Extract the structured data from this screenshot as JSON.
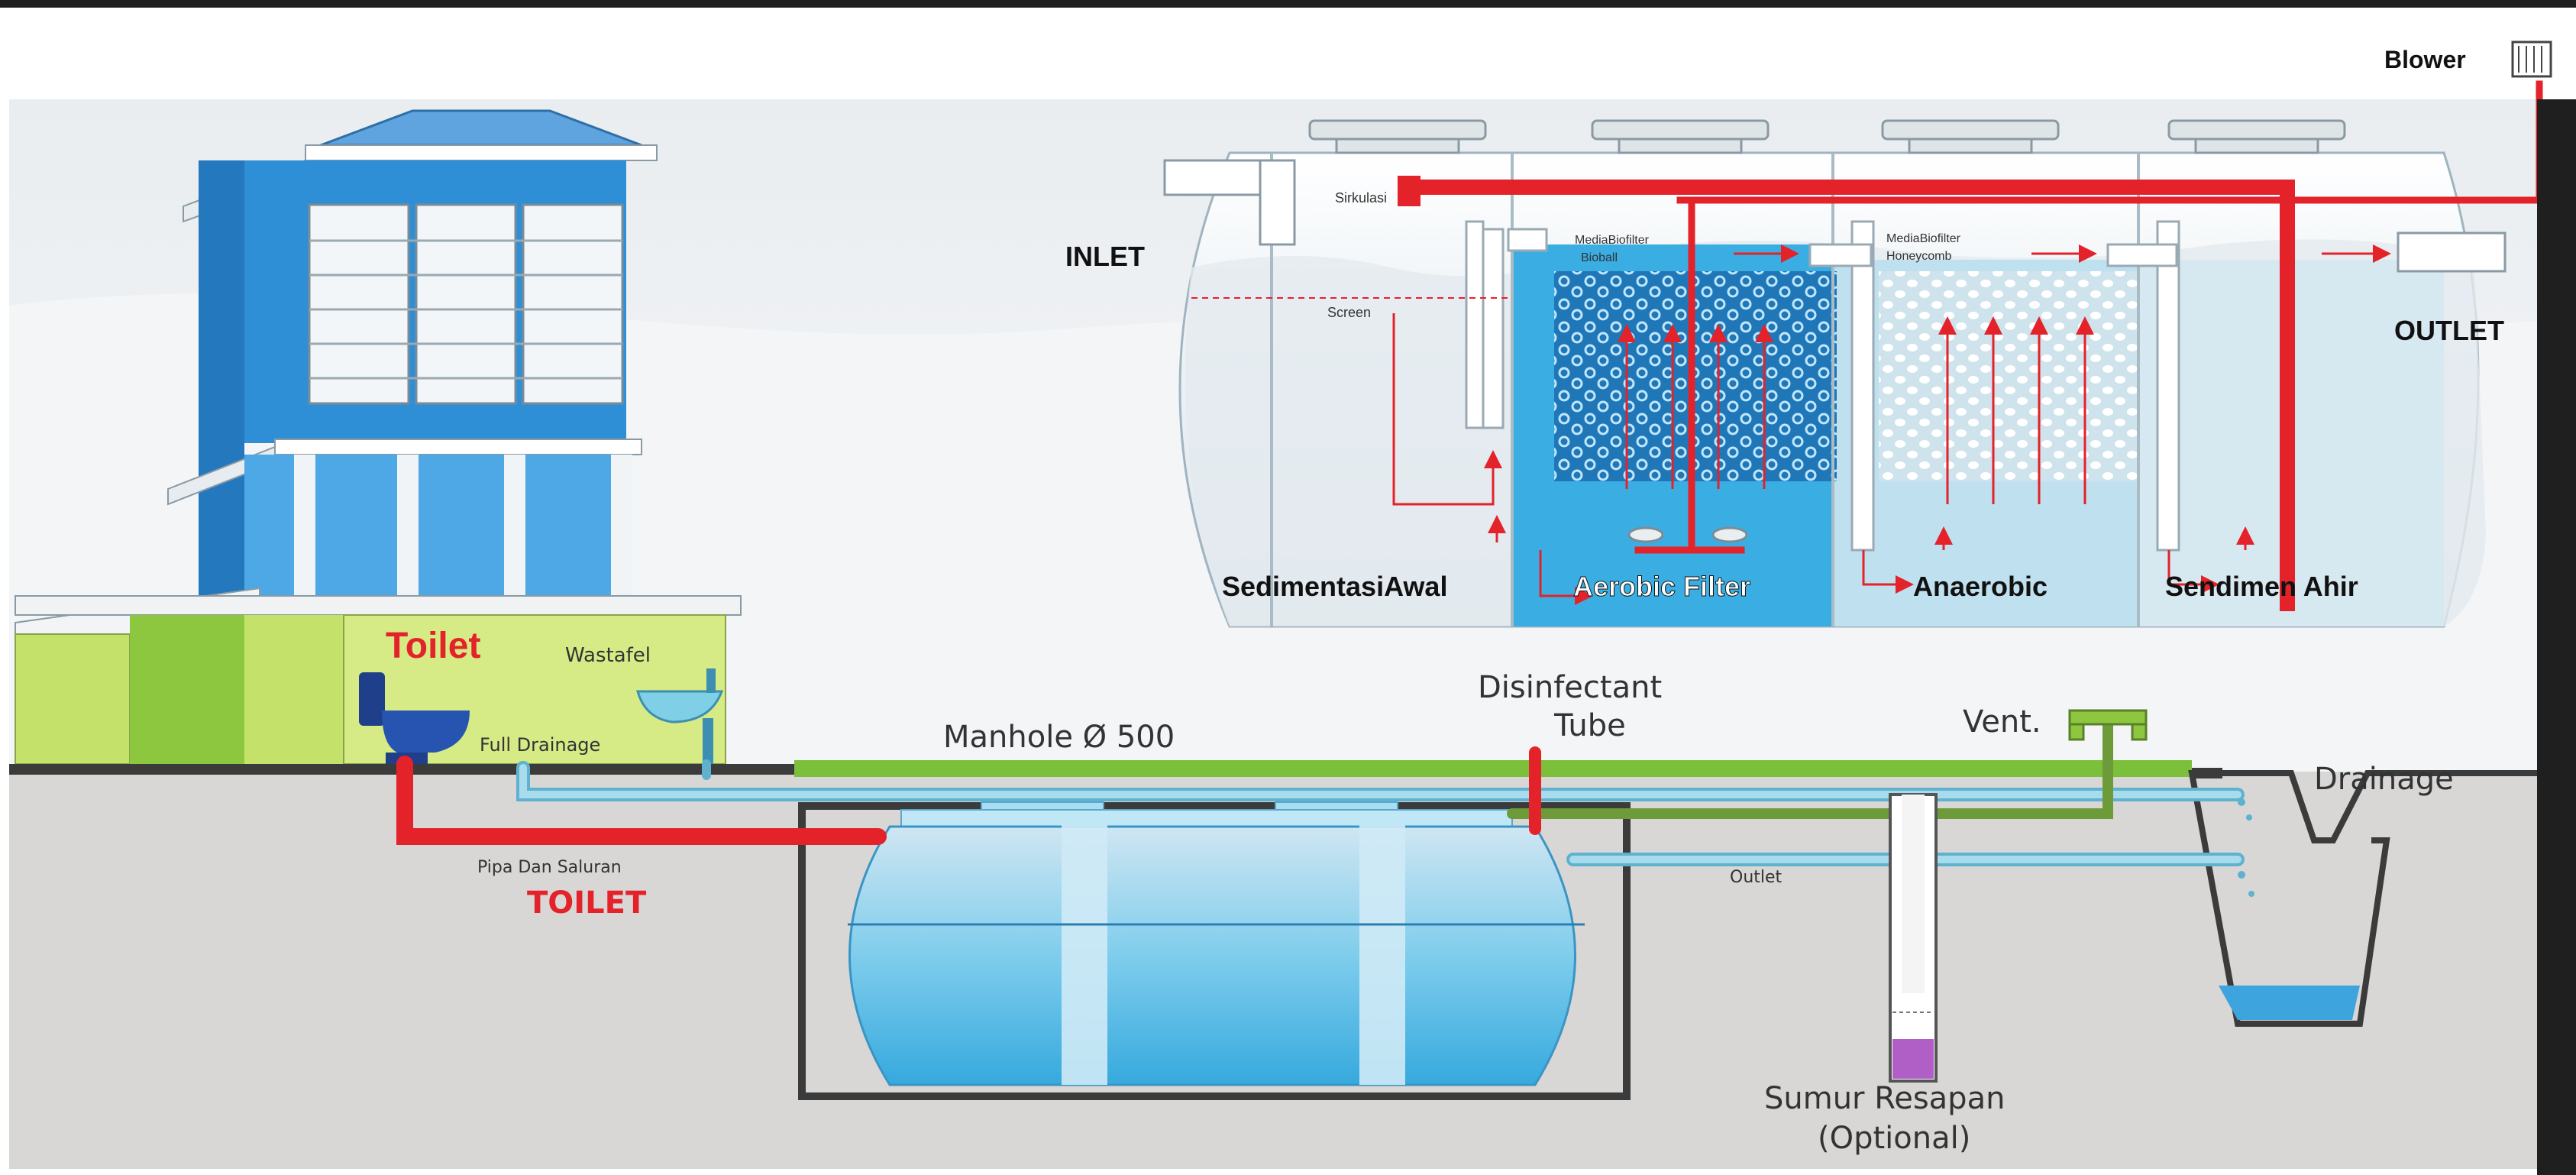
{
  "blower": {
    "label": "Blower"
  },
  "tank_detail": {
    "inlet": "INLET",
    "outlet": "OUTLET",
    "sirkulasi": "Sirkulasi",
    "screen": "Screen",
    "media_bioball_line1": "MediaBiofilter",
    "media_bioball_line2": "Bioball",
    "media_honeycomb_line1": "MediaBiofilter",
    "media_honeycomb_line2": "Honeycomb",
    "chambers": [
      "SedimentasiAwal",
      "Aerobic Filter",
      "Anaerobic",
      "Sendimen Ahir"
    ]
  },
  "building": {
    "toilet": "Toilet",
    "wastafel": "Wastafel",
    "full_drainage": "Full Drainage"
  },
  "ground": {
    "pipe_line1": "Pipa Dan Saluran",
    "pipe_line2": "TOILET",
    "manhole": "Manhole Ø 500",
    "disinfectant_line1": "Disinfectant",
    "disinfectant_line2": "Tube",
    "vent": "Vent.",
    "drainage": "Drainage",
    "outlet": "Outlet",
    "sumur_line1": "Sumur Resapan",
    "sumur_line2": "(Optional)"
  },
  "colors": {
    "sky": "#eef1f3",
    "building_blue": "#2f8fd6",
    "toilet_green": "#c4e26a",
    "grass": "#7cbf3a",
    "soil": "#d9d7d6",
    "pipe_red": "#e4222a",
    "pipe_blue": "#7fcfe6",
    "pipe_green": "#6e9b3a",
    "water": "#57bde6"
  }
}
